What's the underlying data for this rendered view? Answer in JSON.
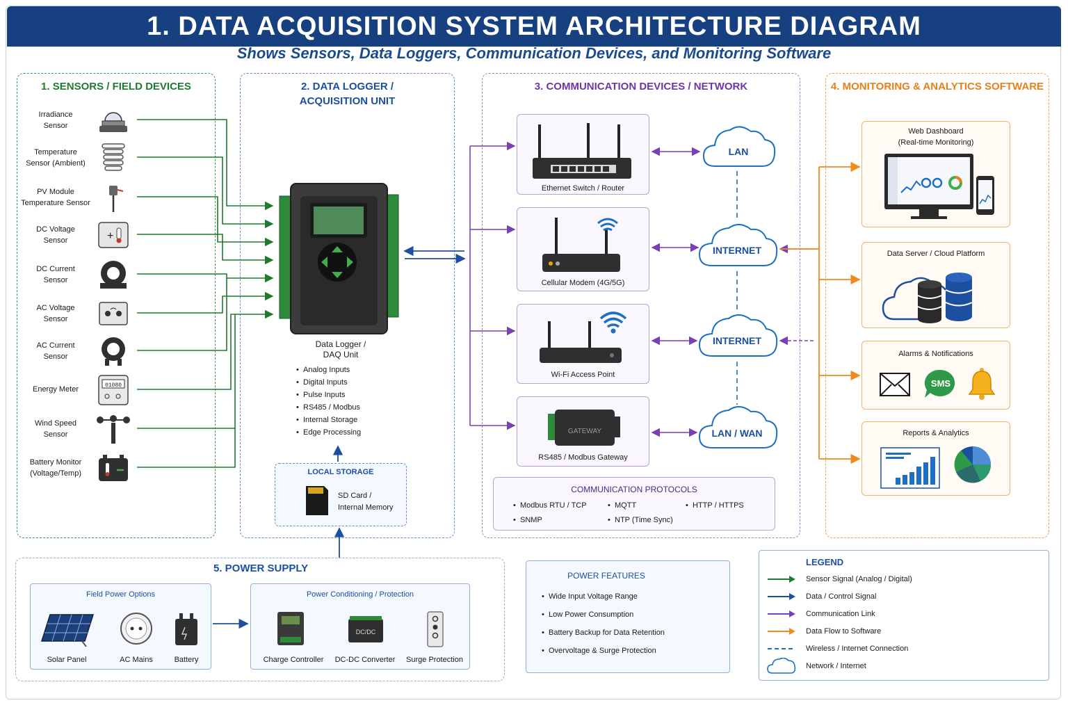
{
  "header": {
    "title": "1.  DATA ACQUISITION SYSTEM ARCHITECTURE DIAGRAM",
    "subtitle": "Shows Sensors, Data Loggers, Communication Devices, and Monitoring Software"
  },
  "sensors": {
    "title": "1. SENSORS / FIELD DEVICES",
    "items": [
      {
        "label": "Irradiance\nSensor",
        "icon": "irradiance-sensor-icon"
      },
      {
        "label": "Temperature\nSensor (Ambient)",
        "icon": "temperature-sensor-icon"
      },
      {
        "label": "PV Module\nTemperature Sensor",
        "icon": "pv-temp-probe-icon"
      },
      {
        "label": "DC Voltage\nSensor",
        "icon": "dc-voltage-sensor-icon"
      },
      {
        "label": "DC Current\nSensor",
        "icon": "dc-current-sensor-icon"
      },
      {
        "label": "AC Voltage\nSensor",
        "icon": "ac-voltage-sensor-icon"
      },
      {
        "label": "AC Current\nSensor",
        "icon": "ac-current-sensor-icon"
      },
      {
        "label": "Energy Meter",
        "icon": "energy-meter-icon"
      },
      {
        "label": "Wind Speed\nSensor",
        "icon": "anemometer-icon"
      },
      {
        "label": "Battery Monitor\n(Voltage/Temp)",
        "icon": "battery-monitor-icon"
      }
    ]
  },
  "logger": {
    "title": "2. DATA LOGGER /\nACQUISITION UNIT",
    "device_label": "Data Logger /\nDAQ Unit",
    "features": [
      "Analog Inputs",
      "Digital Inputs",
      "Pulse Inputs",
      "RS485 / Modbus",
      "Internal Storage",
      "Edge Processing"
    ],
    "storage_title": "LOCAL STORAGE",
    "storage_text": "SD Card /\nInternal Memory",
    "meter_display": "01080"
  },
  "comm": {
    "title": "3. COMMUNICATION DEVICES / NETWORK",
    "devices": [
      {
        "label": "Ethernet Switch / Router",
        "icon": "ethernet-switch-icon"
      },
      {
        "label": "Cellular Modem (4G/5G)",
        "icon": "cellular-modem-icon"
      },
      {
        "label": "Wi-Fi Access Point",
        "icon": "wifi-access-point-icon"
      },
      {
        "label": "RS485 / Modbus Gateway",
        "icon": "modbus-gateway-icon"
      }
    ],
    "clouds": [
      "LAN",
      "INTERNET",
      "INTERNET",
      "LAN / WAN"
    ],
    "protocols_title": "COMMUNICATION PROTOCOLS",
    "protocols": [
      "Modbus RTU / TCP",
      "MQTT",
      "HTTP / HTTPS",
      "SNMP",
      "NTP (Time Sync)"
    ],
    "gateway_text": "GATEWAY"
  },
  "software": {
    "title": "4. MONITORING & ANALYTICS SOFTWARE",
    "cards": [
      {
        "label": "Web Dashboard\n(Real-time Monitoring)"
      },
      {
        "label": "Data Server / Cloud Platform"
      },
      {
        "label": "Alarms & Notifications"
      },
      {
        "label": "Reports & Analytics"
      }
    ],
    "sms_text": "SMS"
  },
  "power": {
    "title": "5. POWER SUPPLY",
    "field_title": "Field Power Options",
    "field_items": [
      "Solar Panel",
      "AC Mains",
      "Battery"
    ],
    "cond_title": "Power Conditioning / Protection",
    "cond_items": [
      "Charge Controller",
      "DC-DC Converter",
      "Surge Protection"
    ],
    "converter_text": "DC/DC",
    "features_title": "POWER FEATURES",
    "features": [
      "Wide Input Voltage Range",
      "Low Power Consumption",
      "Battery Backup for Data Retention",
      "Overvoltage & Surge Protection"
    ]
  },
  "legend": {
    "title": "LEGEND",
    "items": [
      {
        "label": "Sensor Signal (Analog / Digital)",
        "color": "#1e7a2e",
        "style": "arrow"
      },
      {
        "label": "Data / Control Signal",
        "color": "#1d4fa0",
        "style": "arrow"
      },
      {
        "label": "Communication Link",
        "color": "#7a3fb5",
        "style": "arrow"
      },
      {
        "label": "Data Flow to Software",
        "color": "#f08a1c",
        "style": "arrow"
      },
      {
        "label": "Wireless / Internet Connection",
        "color": "#1d6fc2",
        "style": "dashed"
      },
      {
        "label": "Network / Internet",
        "color": "#1d6fc2",
        "style": "cloud"
      }
    ]
  },
  "colors": {
    "sensor": "#1e7a2e",
    "data": "#1d4fa0",
    "comm": "#7a3fb5",
    "software": "#f08a1c",
    "header": "#16407f"
  }
}
